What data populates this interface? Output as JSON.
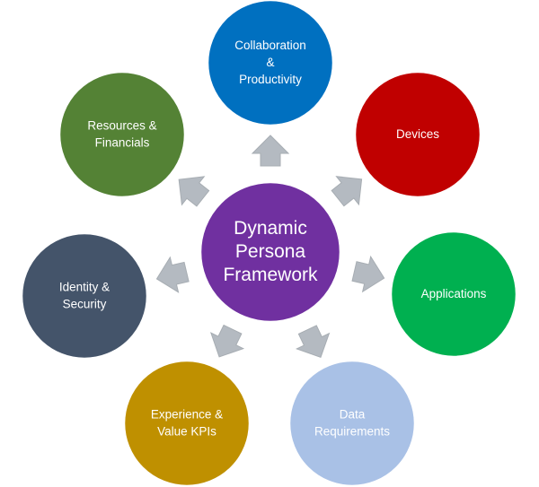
{
  "center": {
    "lines": [
      "Dynamic",
      "Persona",
      "Framework"
    ],
    "color": "#7030a0"
  },
  "nodes": [
    {
      "id": "collaboration-productivity",
      "lines": [
        "Collaboration",
        "&",
        "Productivity"
      ],
      "color": "#0070c0"
    },
    {
      "id": "devices",
      "lines": [
        "Devices"
      ],
      "color": "#c00000"
    },
    {
      "id": "applications",
      "lines": [
        "Applications"
      ],
      "color": "#00b050"
    },
    {
      "id": "data-requirements",
      "lines": [
        "Data",
        "Requirements"
      ],
      "color": "#a9c1e6"
    },
    {
      "id": "experience-value-kpis",
      "lines": [
        "Experience &",
        "Value KPIs"
      ],
      "color": "#bf9000"
    },
    {
      "id": "identity-security",
      "lines": [
        "Identity &",
        "Security"
      ],
      "color": "#44546a"
    },
    {
      "id": "resources-financials",
      "lines": [
        "Resources &",
        "Financials"
      ],
      "color": "#548235"
    }
  ]
}
